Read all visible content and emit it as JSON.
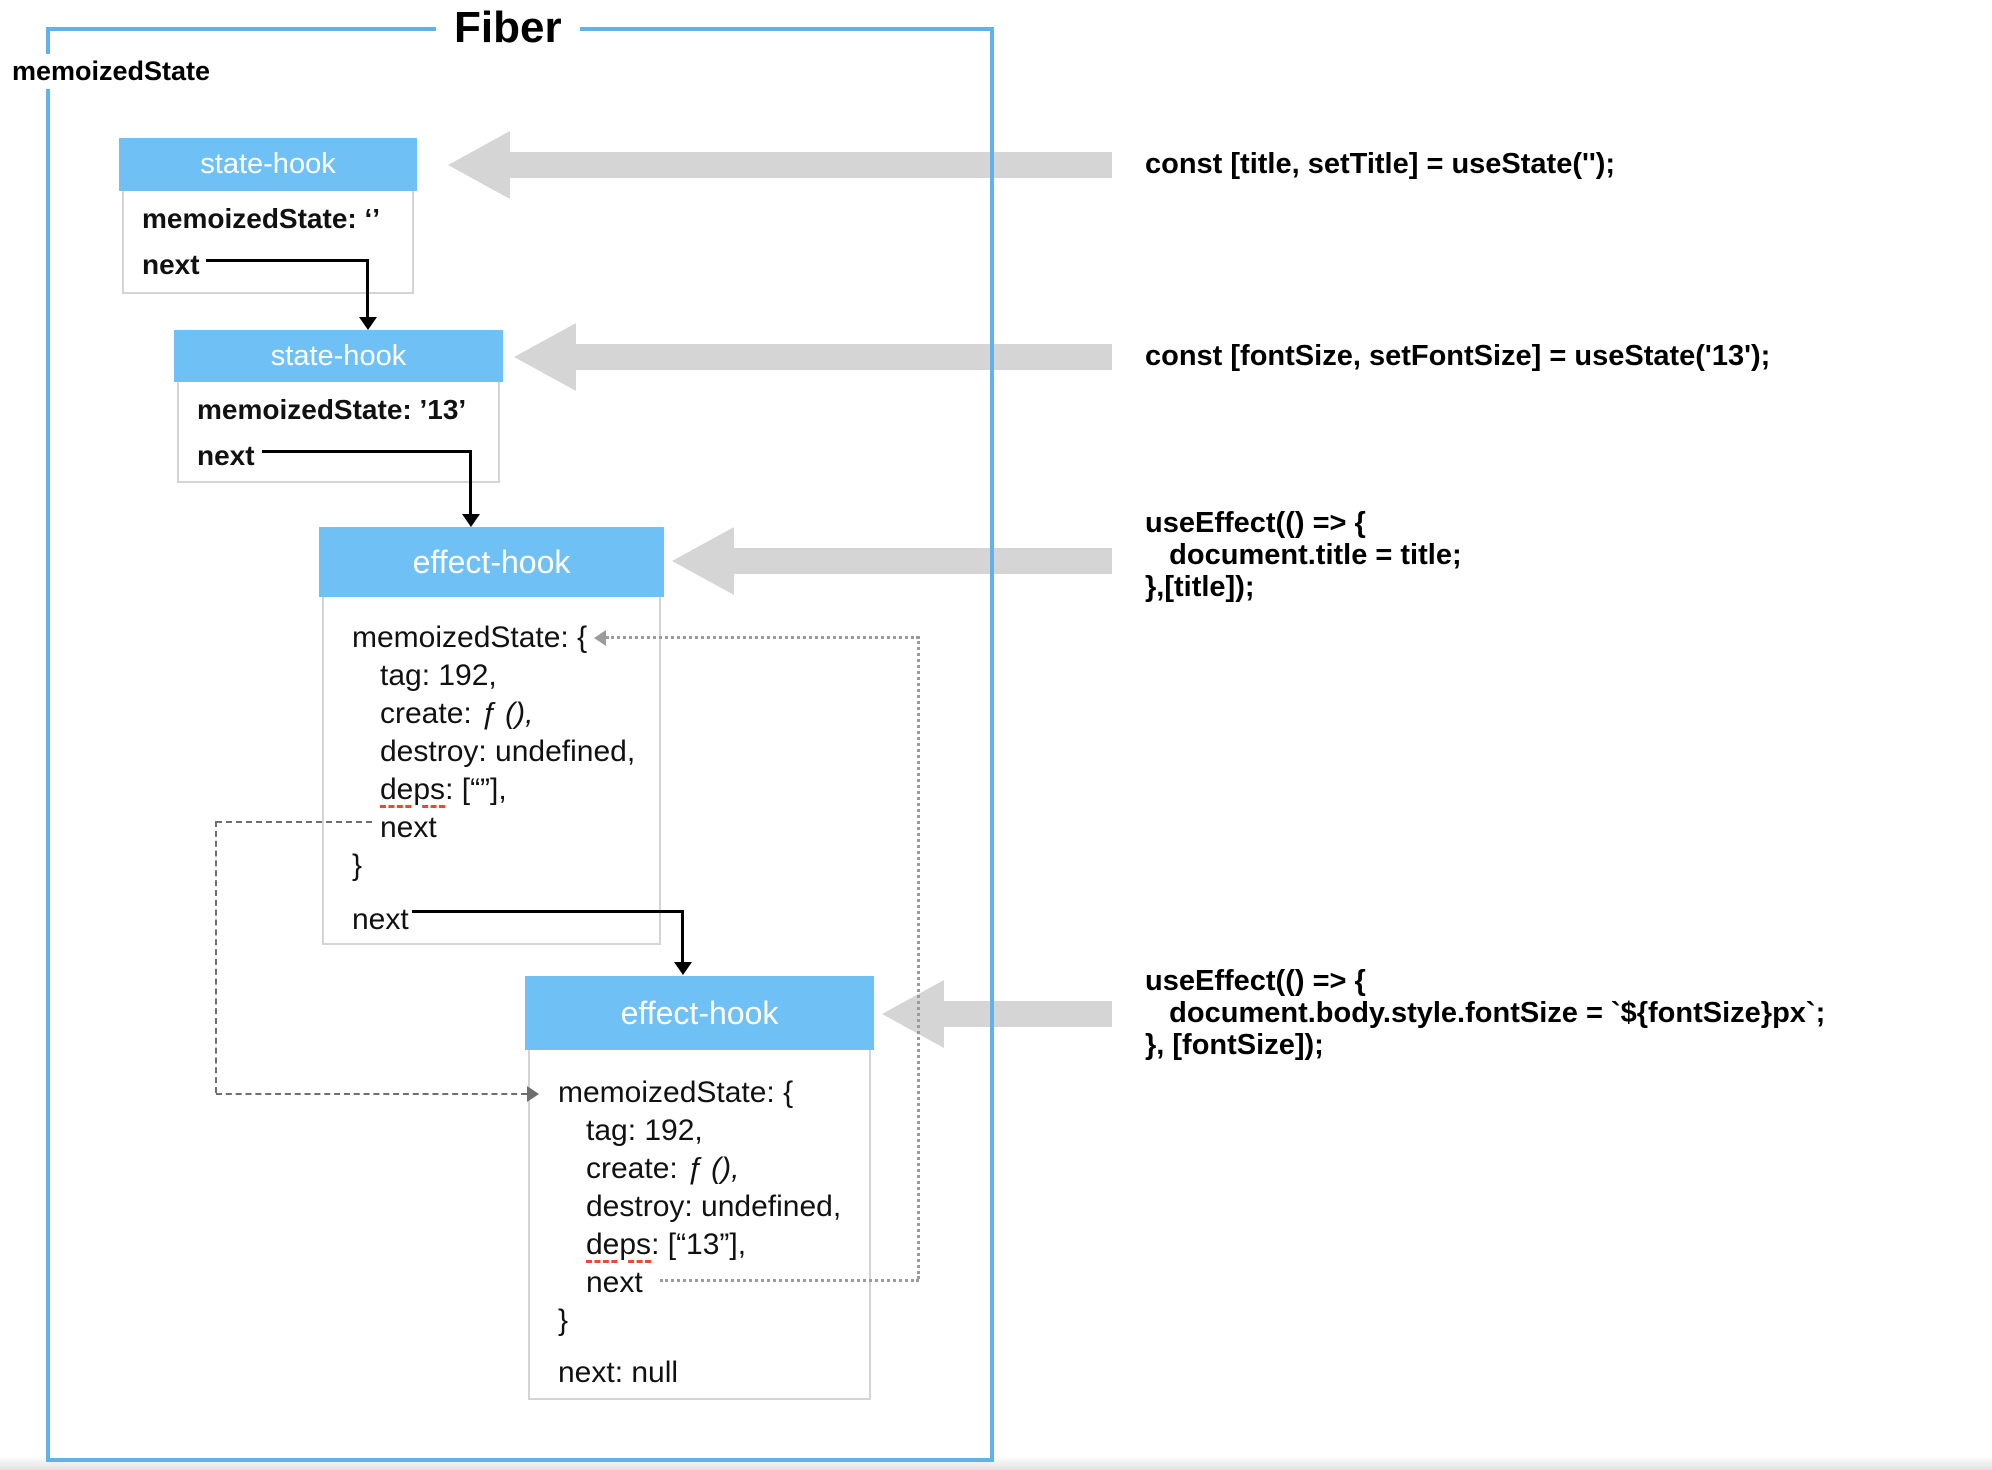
{
  "fiber": {
    "title": "Fiber",
    "field_label": "memoizedState"
  },
  "nodes": {
    "state1": {
      "header": "state-hook",
      "memo": "memoizedState: ‘’",
      "next": "next"
    },
    "state2": {
      "header": "state-hook",
      "memo": "memoizedState: ’13’",
      "next": "next"
    },
    "effect1": {
      "header": "effect-hook",
      "memo_open": "memoizedState: {",
      "tag": "tag: 192,",
      "create_label": "create: ",
      "create_fn": "ƒ (),",
      "destroy": "destroy: undefined,",
      "deps_word": "deps",
      "deps_rest": ": [“”],",
      "next_inner": "next",
      "close_brace": "}",
      "next_outer": "next"
    },
    "effect2": {
      "header": "effect-hook",
      "memo_open": "memoizedState: {",
      "tag": "tag: 192,",
      "create_label": "create: ",
      "create_fn": "ƒ (),",
      "destroy": "destroy: undefined,",
      "deps_word": "deps",
      "deps_rest": ": [“13”],",
      "next_inner": "next",
      "close_brace": "}",
      "next_outer": "next: null"
    }
  },
  "annotations": {
    "useState_title": {
      "text": "const [title, setTitle] = useState('');"
    },
    "useState_fontSize": {
      "text": "const [fontSize, setFontSize] = useState('13');"
    },
    "useEffect_title": {
      "lines": [
        "useEffect(() => {",
        "   document.title = title;",
        "},[title]);"
      ]
    },
    "useEffect_fontSize": {
      "lines": [
        "useEffect(() => {",
        "   document.body.style.fontSize = `${fontSize}px`;",
        "}, [fontSize]);"
      ]
    }
  },
  "colors": {
    "hook_header_blue": "#6FC0F5",
    "fiber_border_blue": "#62B2E6",
    "big_arrow_gray": "#D5D5D5",
    "box_border_gray": "#D4D4D4",
    "dashed_connector_gray": "#6F6F6F",
    "dotted_connector_gray": "#9B9B9B",
    "deps_squiggle_red": "#EF4639"
  }
}
